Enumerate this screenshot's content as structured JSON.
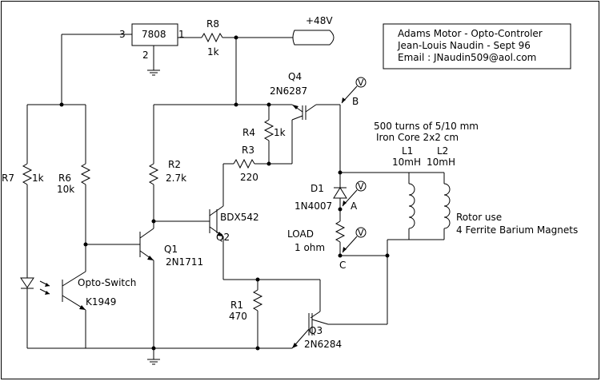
{
  "title_block": {
    "line1": "Adams Motor - Opto-Controler",
    "line2": "Jean-Louis Naudin - Sept 96",
    "line3": "Email : JNaudin509@aol.com"
  },
  "supply": {
    "label": "+48V"
  },
  "regulator": {
    "name": "7808",
    "pin_in": "3",
    "pin_out": "1",
    "pin_gnd": "2"
  },
  "resistors": {
    "r8": {
      "name": "R8",
      "value": "1k"
    },
    "r7": {
      "name": "R7",
      "value": "1k"
    },
    "r6": {
      "name": "R6",
      "value": "10k"
    },
    "r2": {
      "name": "R2",
      "value": "2.7k"
    },
    "r4": {
      "name": "R4",
      "value": "1k"
    },
    "r3": {
      "name": "R3",
      "value": "220"
    },
    "r1": {
      "name": "R1",
      "value": "470"
    }
  },
  "transistors": {
    "q4": {
      "name": "Q4",
      "part": "2N6287"
    },
    "q1": {
      "name": "Q1",
      "part": "2N1711"
    },
    "q2": {
      "name": "Q2",
      "part": "BDX542"
    },
    "q3": {
      "name": "Q3",
      "part": "2N6284"
    }
  },
  "diode": {
    "name": "D1",
    "part": "1N4007"
  },
  "load": {
    "name": "LOAD",
    "value": "1 ohm"
  },
  "opto": {
    "name": "Opto-Switch",
    "part": "K1949"
  },
  "coil": {
    "turns": "500 turns of 5/10 mm",
    "core": "Iron Core 2x2 cm",
    "l1_name": "L1",
    "l2_name": "L2",
    "l1_value": "10mH",
    "l2_value": "10mH"
  },
  "rotor": {
    "line1": "Rotor use",
    "line2": "4 Ferrite Barium Magnets"
  },
  "test_points": {
    "a": "A",
    "b": "B",
    "c": "C",
    "v": "V"
  }
}
